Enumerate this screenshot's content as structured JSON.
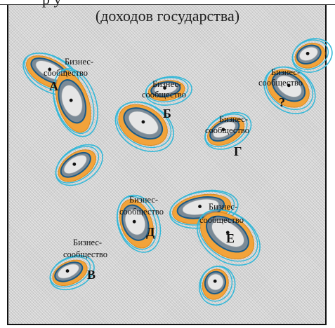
{
  "title": {
    "top_line_partial": "р                                          у",
    "subtitle": "(доходов государства)"
  },
  "communities": [
    {
      "name_line1": "Бизнес-",
      "name_line2": "сообщество",
      "letter": "А"
    },
    {
      "name_line1": "Бизнес-",
      "name_line2": "сообщество",
      "letter": "Б"
    },
    {
      "name_line1": "Бизнес-",
      "name_line2": "сообщество",
      "letter": "?"
    },
    {
      "name_line1": "Бизнес-",
      "name_line2": "сообщество",
      "letter": "Г"
    },
    {
      "name_line1": "Бизнес-",
      "name_line2": "сообщество",
      "letter": "Д"
    },
    {
      "name_line1": "Бизнес-",
      "name_line2": "сообщество",
      "letter": "Е"
    },
    {
      "name_line1": "Бизнес-",
      "name_line2": "сообщество",
      "letter": "В"
    }
  ],
  "colors": {
    "ring_outer": "#35b8d8",
    "ring_orange": "#f2a33a",
    "ring_inner": "#1b5a86",
    "core": "#e6e6e6",
    "dot": "#111111",
    "background": "#d3d3d3"
  }
}
